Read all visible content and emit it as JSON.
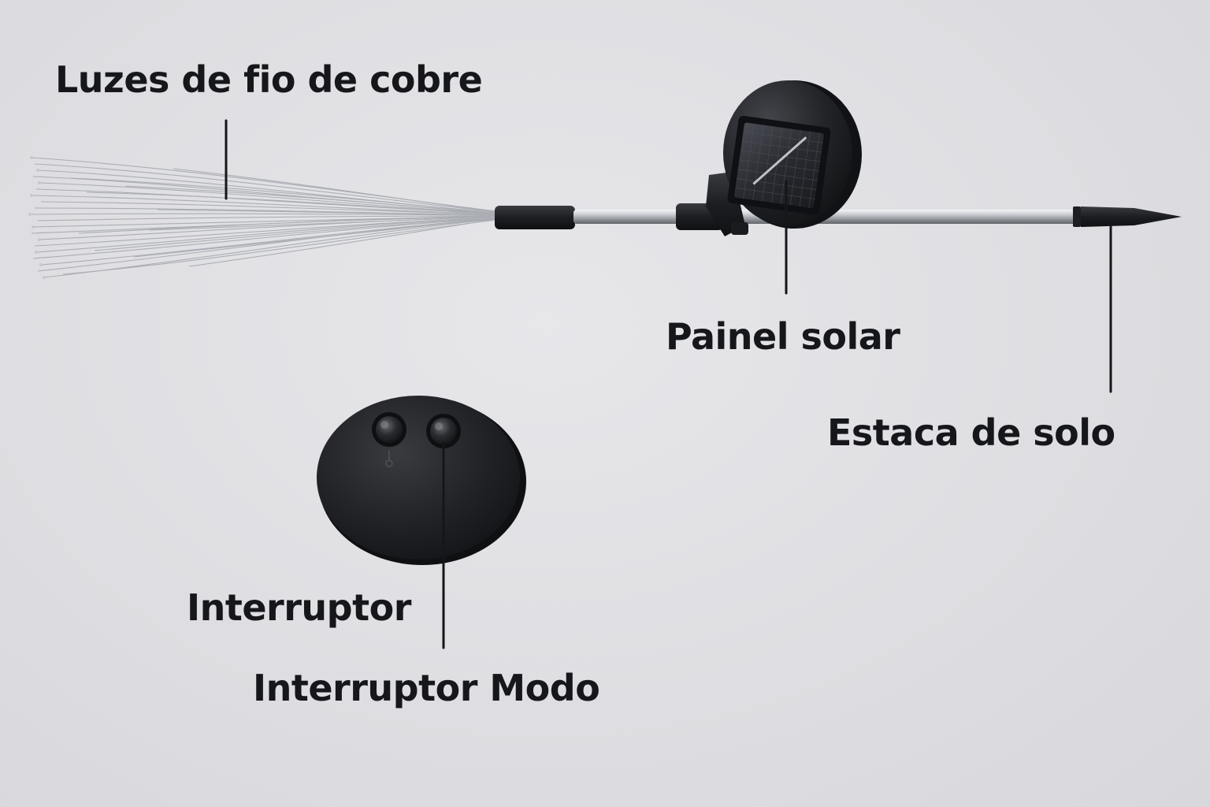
{
  "labels": {
    "copper_wire_lights": "Luzes de fio de cobre",
    "solar_panel": "Painel solar",
    "ground_stake": "Estaca de solo",
    "switch": "Interruptor",
    "mode_switch": "Interruptor Modo"
  },
  "colors": {
    "background": "#dfdfe3",
    "text": "#16171b",
    "device_body": "#1c1d21",
    "rod": "#b8bcc2",
    "wires": "#a9adb3"
  }
}
